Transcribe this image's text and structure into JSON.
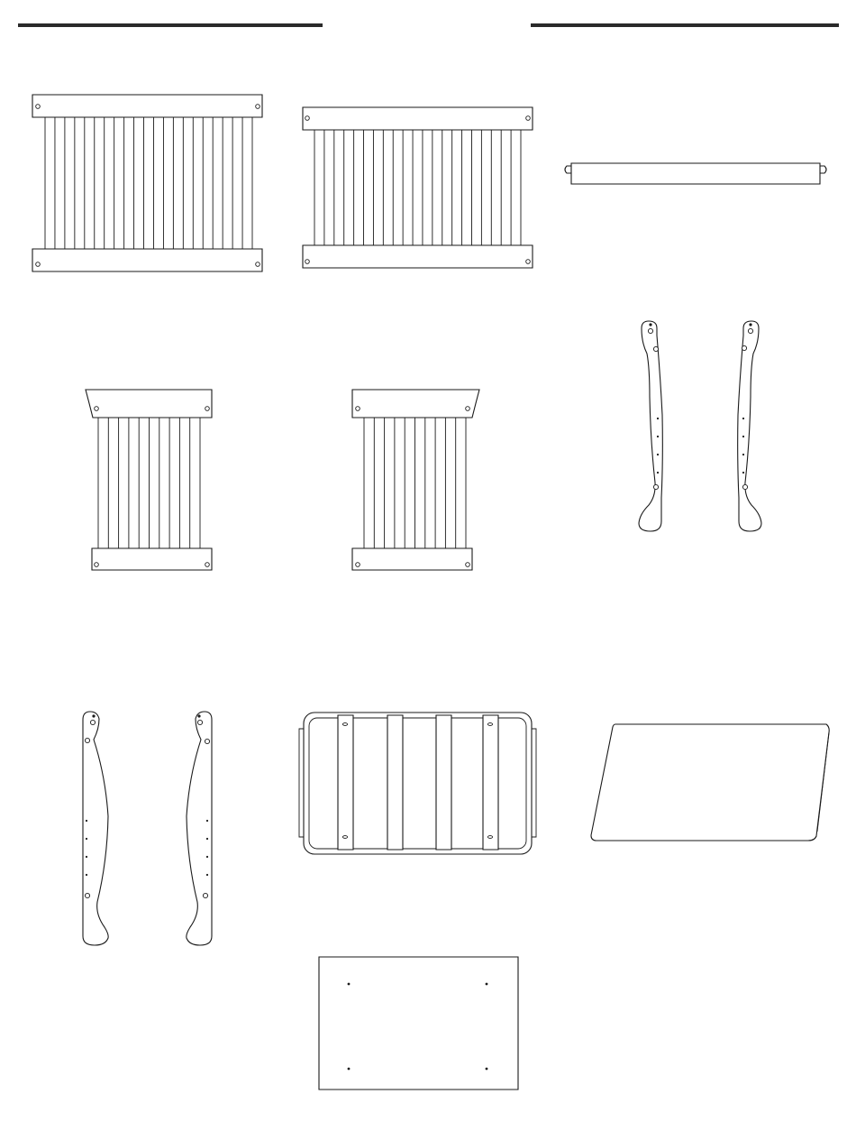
{
  "colors": {
    "line": "#1a1a1a",
    "header_rule": "#2a2a2a",
    "background": "#ffffff"
  },
  "diagram": {
    "parts": [
      "header-rule-left",
      "header-rule-right",
      "headboard-panel-large",
      "footboard-panel-large",
      "mattress-support-rail",
      "side-leg-pair-upper",
      "side-panel-left",
      "side-panel-right",
      "side-leg-pair-lower",
      "mattress-frame",
      "mattress-pad",
      "bottom-board"
    ]
  }
}
